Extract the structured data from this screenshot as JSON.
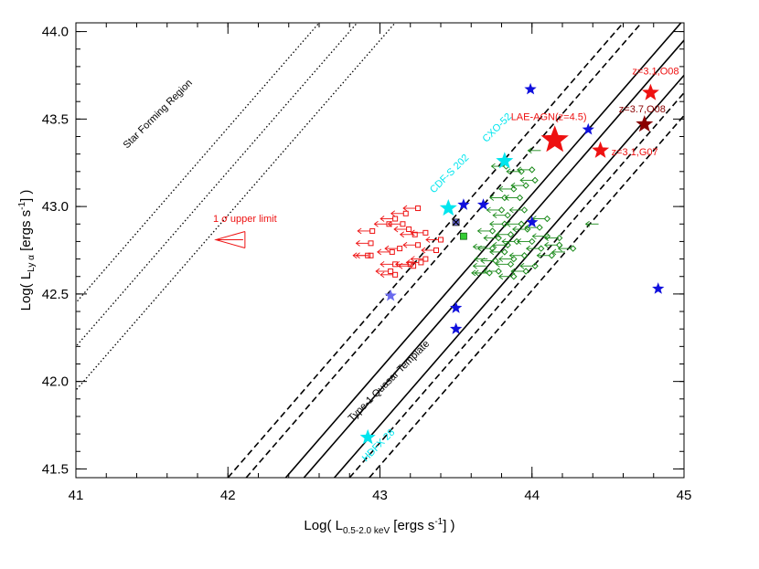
{
  "chart_data": {
    "type": "scatter",
    "xlabel": "Log( L0.5-2.0 keV [ergs s-1] )",
    "xlabel_parts": {
      "pre": "Log( L",
      "sub": "0.5-2.0 keV",
      "mid": " [ergs s",
      "sup": "-1",
      "post": "] )"
    },
    "ylabel_parts": {
      "pre": "Log( L",
      "sub": "Ly α",
      "mid": " [ergs s",
      "sup": "-1",
      "post": "] )"
    },
    "xlim": [
      41,
      45
    ],
    "ylim": [
      41.45,
      44.05
    ],
    "xticks": [
      "41",
      "42",
      "43",
      "44",
      "45"
    ],
    "yticks": [
      "41.5",
      "42.0",
      "42.5",
      "43.0",
      "43.5",
      "44.0"
    ],
    "grid": false,
    "annotations": {
      "star_forming": "Star Forming Region",
      "quasar_template": "Type-1 Quasar Template",
      "upper_limit": "1 σ upper limit",
      "upper_limit_parts": {
        "n": "1 ",
        "sigma": "σ",
        "rest": " upper limit"
      }
    },
    "colors": {
      "red": "#ee1111",
      "darkred": "#8b0000",
      "green": "#1a8a1a",
      "blue": "#1010dd",
      "cyan": "#00e5ee",
      "lightblue": "#6a6aee",
      "lime": "#33cc33",
      "gray": "#444444"
    },
    "lines": {
      "dotted": {
        "x0": [
          40.5,
          40.25,
          40.0
        ],
        "slope": 1
      },
      "solid": {
        "x0": [
          42.38,
          42.5,
          42.7
        ],
        "slope": 1
      },
      "dashed": {
        "x0": [
          42.0,
          42.12,
          42.8,
          42.93
        ],
        "slope": 1
      }
    },
    "objects": [
      {
        "label": "LAE-AGN(z=4.5)",
        "x": 44.15,
        "y": 43.38,
        "color": "red",
        "size": 16
      },
      {
        "label": "z=3.1,O08",
        "x": 44.78,
        "y": 43.65,
        "color": "red",
        "size": 10
      },
      {
        "label": "z=3.7,O08",
        "x": 44.74,
        "y": 43.47,
        "color": "darkred",
        "size": 10
      },
      {
        "label": "z=3.1,G07",
        "x": 44.45,
        "y": 43.32,
        "color": "red",
        "size": 10
      },
      {
        "label": "CXO-52",
        "x": 43.82,
        "y": 43.26,
        "color": "cyan",
        "size": 10
      },
      {
        "label": "CDF-S 202",
        "x": 43.45,
        "y": 42.99,
        "color": "cyan",
        "size": 10
      },
      {
        "label": "HDFX 28",
        "x": 42.92,
        "y": 41.68,
        "color": "cyan",
        "size": 9
      }
    ],
    "blue_stars": [
      {
        "x": 43.99,
        "y": 43.67
      },
      {
        "x": 44.37,
        "y": 43.44
      },
      {
        "x": 43.55,
        "y": 43.01
      },
      {
        "x": 43.68,
        "y": 43.01
      },
      {
        "x": 44.0,
        "y": 42.91
      },
      {
        "x": 43.5,
        "y": 42.42
      },
      {
        "x": 43.5,
        "y": 42.3
      },
      {
        "x": 44.83,
        "y": 42.53
      }
    ],
    "lightblue_star": {
      "x": 43.07,
      "y": 42.49
    },
    "special_points": [
      {
        "marker": "x-box",
        "x": 43.5,
        "y": 42.91,
        "color": "gray"
      },
      {
        "marker": "filled-square",
        "x": 43.55,
        "y": 42.83,
        "color": "lime"
      }
    ],
    "red_squares": [
      {
        "x": 43.25,
        "y": 42.99
      },
      {
        "x": 43.17,
        "y": 42.96
      },
      {
        "x": 43.1,
        "y": 42.93
      },
      {
        "x": 43.06,
        "y": 42.9
      },
      {
        "x": 43.15,
        "y": 42.9
      },
      {
        "x": 43.19,
        "y": 42.87
      },
      {
        "x": 43.3,
        "y": 42.85
      },
      {
        "x": 43.23,
        "y": 42.84
      },
      {
        "x": 42.95,
        "y": 42.86
      },
      {
        "x": 43.4,
        "y": 42.81
      },
      {
        "x": 43.25,
        "y": 42.78
      },
      {
        "x": 43.13,
        "y": 42.76
      },
      {
        "x": 43.08,
        "y": 42.74
      },
      {
        "x": 42.94,
        "y": 42.79
      },
      {
        "x": 42.92,
        "y": 42.72
      },
      {
        "x": 42.94,
        "y": 42.72
      },
      {
        "x": 43.37,
        "y": 42.75
      },
      {
        "x": 43.3,
        "y": 42.7
      },
      {
        "x": 43.27,
        "y": 42.68
      },
      {
        "x": 43.22,
        "y": 42.66
      },
      {
        "x": 43.2,
        "y": 42.67
      },
      {
        "x": 43.1,
        "y": 42.67
      },
      {
        "x": 43.07,
        "y": 42.63
      },
      {
        "x": 43.1,
        "y": 42.61
      }
    ],
    "green_diamonds": [
      {
        "x": 43.83,
        "y": 43.23
      },
      {
        "x": 43.93,
        "y": 43.2
      },
      {
        "x": 44.0,
        "y": 43.21
      },
      {
        "x": 43.88,
        "y": 43.1
      },
      {
        "x": 44.02,
        "y": 43.15
      },
      {
        "x": 43.96,
        "y": 43.12
      },
      {
        "x": 43.82,
        "y": 43.05
      },
      {
        "x": 43.92,
        "y": 43.05
      },
      {
        "x": 43.95,
        "y": 42.98
      },
      {
        "x": 43.8,
        "y": 42.98
      },
      {
        "x": 43.84,
        "y": 42.95
      },
      {
        "x": 44.1,
        "y": 42.93
      },
      {
        "x": 43.93,
        "y": 42.9
      },
      {
        "x": 43.82,
        "y": 42.9
      },
      {
        "x": 44.05,
        "y": 42.88
      },
      {
        "x": 43.97,
        "y": 42.87
      },
      {
        "x": 43.74,
        "y": 42.86
      },
      {
        "x": 43.86,
        "y": 42.84
      },
      {
        "x": 44.1,
        "y": 42.83
      },
      {
        "x": 44.18,
        "y": 42.82
      },
      {
        "x": 43.78,
        "y": 42.82
      },
      {
        "x": 43.9,
        "y": 42.8
      },
      {
        "x": 44.0,
        "y": 42.8
      },
      {
        "x": 43.84,
        "y": 42.78
      },
      {
        "x": 43.74,
        "y": 42.76
      },
      {
        "x": 44.06,
        "y": 42.76
      },
      {
        "x": 44.27,
        "y": 42.76
      },
      {
        "x": 43.82,
        "y": 42.74
      },
      {
        "x": 43.95,
        "y": 42.72
      },
      {
        "x": 43.88,
        "y": 42.7
      },
      {
        "x": 44.13,
        "y": 42.72
      },
      {
        "x": 43.76,
        "y": 42.69
      },
      {
        "x": 43.86,
        "y": 42.67
      },
      {
        "x": 44.02,
        "y": 42.66
      },
      {
        "x": 43.96,
        "y": 42.63
      },
      {
        "x": 43.78,
        "y": 42.63
      },
      {
        "x": 43.72,
        "y": 42.62
      },
      {
        "x": 43.88,
        "y": 42.6
      },
      {
        "x": 44.18,
        "y": 42.78
      }
    ],
    "green_arrows": [
      {
        "x": 44.07,
        "y": 43.32
      },
      {
        "x": 44.45,
        "y": 42.9
      },
      {
        "x": 44.23,
        "y": 42.74
      },
      {
        "x": 43.71,
        "y": 42.77
      },
      {
        "x": 43.72,
        "y": 42.7
      },
      {
        "x": 43.7,
        "y": 42.62
      },
      {
        "x": 43.71,
        "y": 42.66
      }
    ],
    "red_arrow": {
      "x1": 42.1,
      "y1": 42.81,
      "x2": 41.92,
      "y2": 42.81
    }
  }
}
